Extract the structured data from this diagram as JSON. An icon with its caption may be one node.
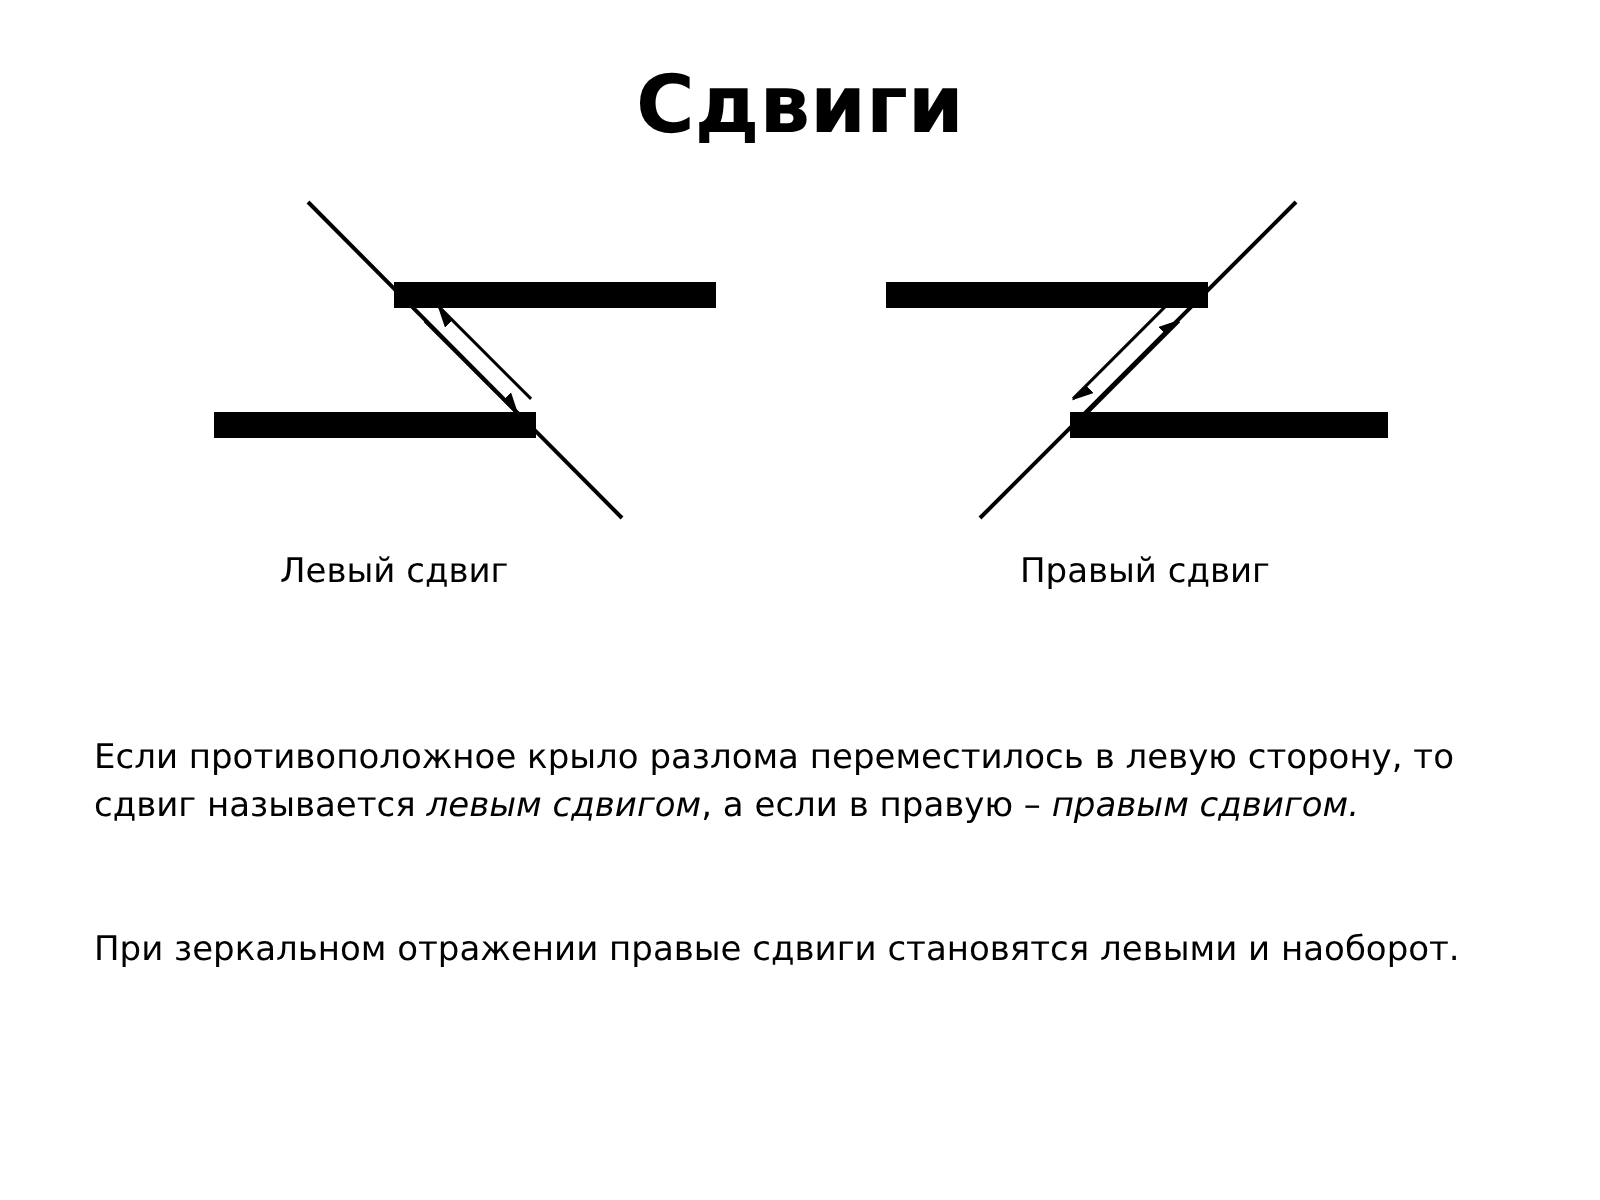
{
  "diagram": {
    "title": "Сдвиги",
    "labels": [
      "Левый сдвиг",
      "Правый сдвиг",
      "Если противоположное крыло разлома переместилось в левую сторону, то сдвиг называется *левым сдвигом*, а если в правую – *правым сдвигом.*",
      "При зеркальном отражении правые сдвиги становятся левыми и наоборот."
    ]
  }
}
